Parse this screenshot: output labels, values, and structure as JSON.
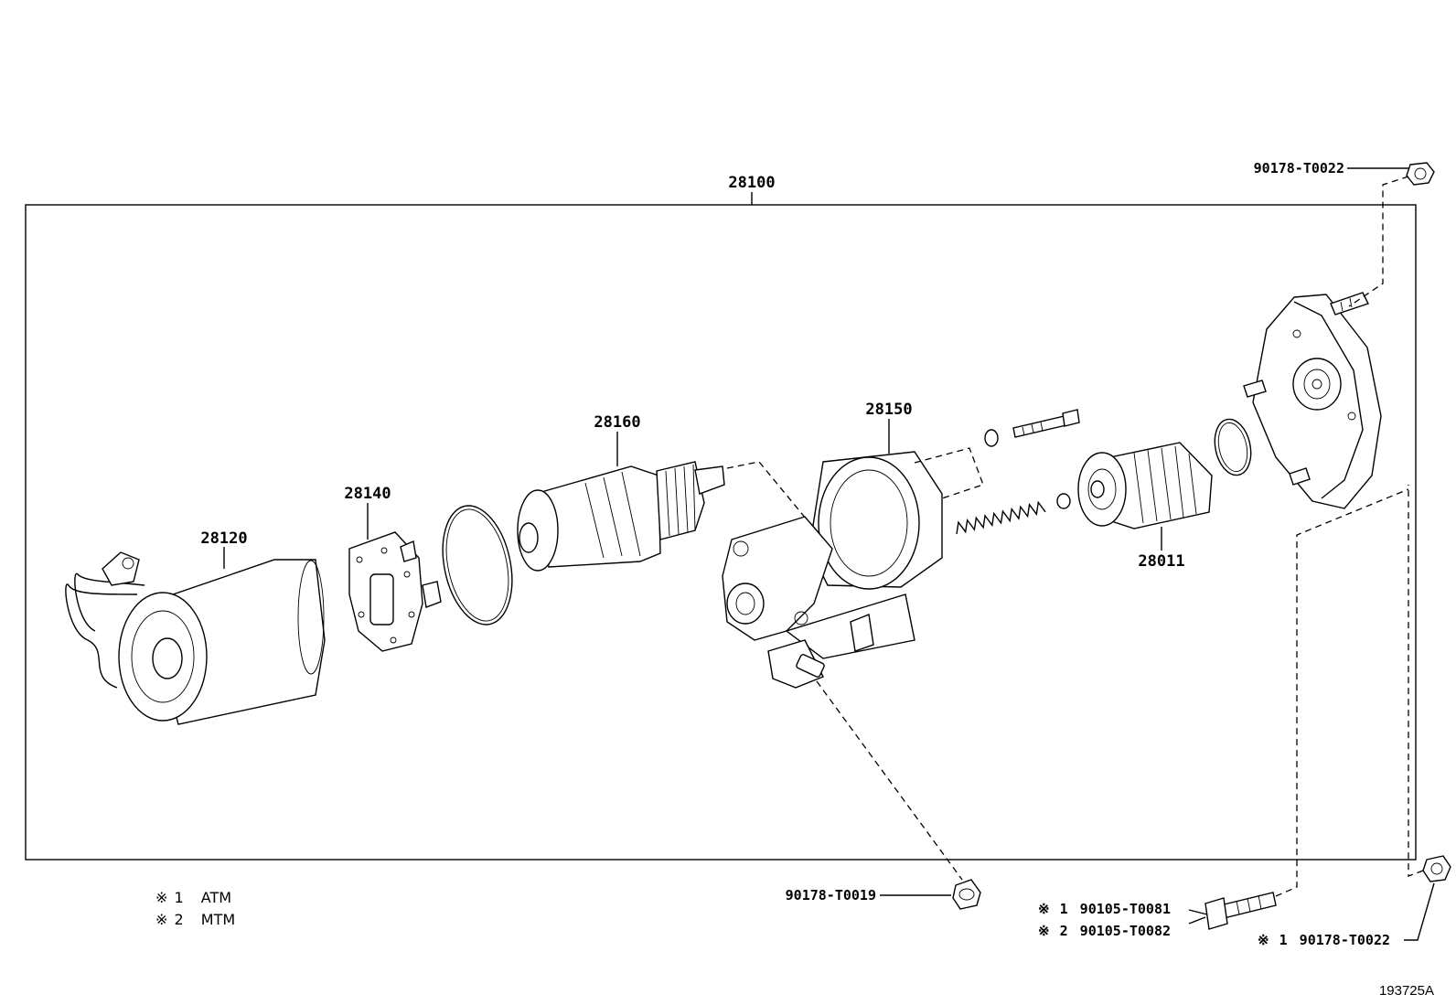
{
  "assembly": {
    "label": "28100"
  },
  "parts": [
    {
      "id": "p28120",
      "label": "28120"
    },
    {
      "id": "p28140",
      "label": "28140"
    },
    {
      "id": "p28160",
      "label": "28160"
    },
    {
      "id": "p28150",
      "label": "28150"
    },
    {
      "id": "p28011",
      "label": "28011"
    }
  ],
  "fasteners": {
    "nut_top": {
      "label": "90178-T0022"
    },
    "nut_bottom_center": {
      "label": "90178-T0019"
    },
    "bolt_1": {
      "mark": "※",
      "variant": "1",
      "label": "90105-T0081"
    },
    "bolt_2": {
      "mark": "※",
      "variant": "2",
      "label": "90105-T0082"
    },
    "nut_bottom_right": {
      "mark": "※",
      "variant": "1",
      "label": "90178-T0022"
    }
  },
  "legend": [
    {
      "mark": "※",
      "num": "1",
      "text": "ATM"
    },
    {
      "mark": "※",
      "num": "2",
      "text": "MTM"
    }
  ],
  "figure_id": "193725A"
}
